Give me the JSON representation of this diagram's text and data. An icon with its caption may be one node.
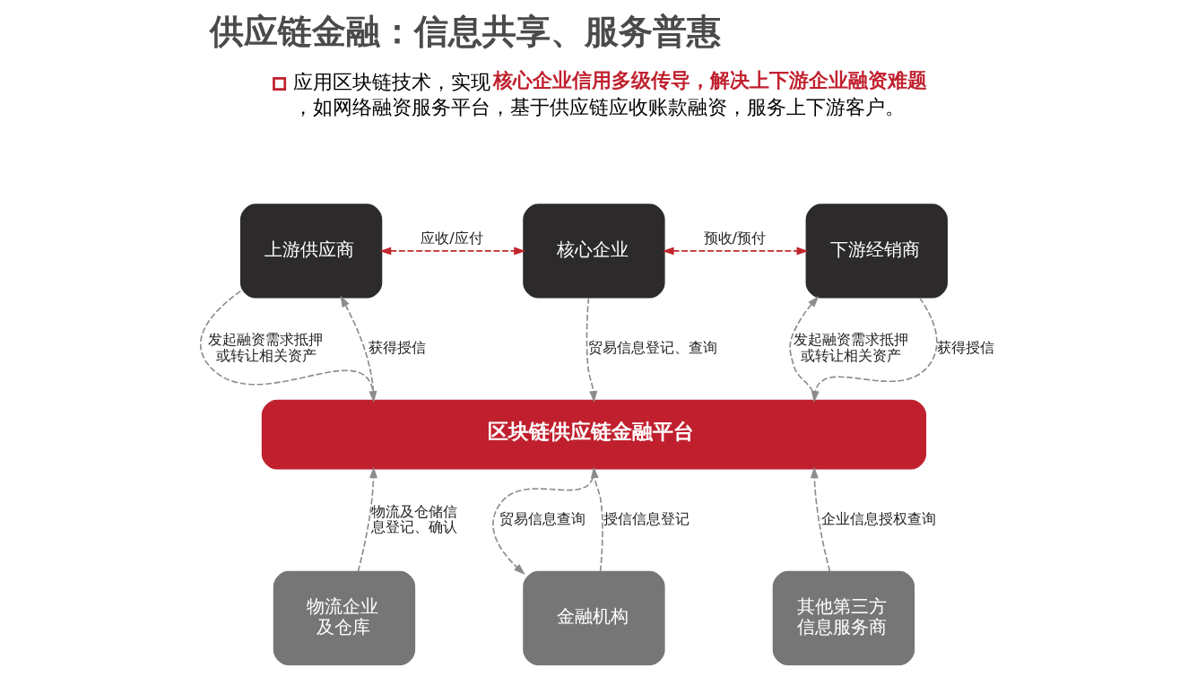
{
  "diagram": {
    "title": "供应链金融：信息共享、服务普惠",
    "nodes": [
      {
        "text": [
          "上游供应商"
        ]
      },
      {
        "text": [
          "核心企业"
        ]
      },
      {
        "text": [
          "下游经销商"
        ]
      },
      {
        "text": [
          "区块链供应链金融平台"
        ]
      },
      {
        "text": [
          "物流企业及仓库"
        ]
      },
      {
        "text": [
          "金融机构"
        ]
      },
      {
        "text": [
          "其他第三方信息服务商"
        ]
      }
    ],
    "edges": [
      {
        "from": 0,
        "to": 1,
        "arrow": "both",
        "label": "应收/应付",
        "style": "dashed",
        "color": "#c0272d"
      },
      {
        "from": 0,
        "to": 3,
        "arrow": "to",
        "label": "发起融资需求抵押或转让相关资产",
        "style": "dashed"
      },
      {
        "from": 1,
        "to": 2,
        "arrow": "both",
        "label": "预收/预付",
        "style": "dashed",
        "color": "#c0272d"
      },
      {
        "from": 1,
        "to": 3,
        "arrow": "to",
        "label": "贸易信息登记、查询",
        "style": "dashed"
      },
      {
        "from": 2,
        "to": 3,
        "arrow": "to",
        "label": "获得授信",
        "style": "dashed"
      },
      {
        "from": 3,
        "to": 0,
        "arrow": "to",
        "label": "获得授信",
        "style": "dashed"
      },
      {
        "from": 3,
        "to": 2,
        "arrow": "to",
        "label": "发起融资需求抵押或转让相关资产",
        "style": "dashed"
      },
      {
        "from": 3,
        "to": 5,
        "arrow": "to",
        "label": "贸易信息查询",
        "style": "dashed"
      },
      {
        "from": 4,
        "to": 3,
        "arrow": "to",
        "label": "物流及仓储信息登记、确认",
        "style": "dashed"
      },
      {
        "from": 5,
        "to": 3,
        "arrow": "to",
        "label": "授信信息登记",
        "style": "dashed"
      },
      {
        "from": 6,
        "to": 3,
        "arrow": "to",
        "label": "企业信息授权查询",
        "style": "dashed"
      }
    ],
    "labels": [
      "应用区块链技术，实现**核心企业信用多级传导，解决上下游企业融资难题**，如网络融资服务平台，基于供应链应收账款融资，服务上下游客户。"
    ]
  }
}
